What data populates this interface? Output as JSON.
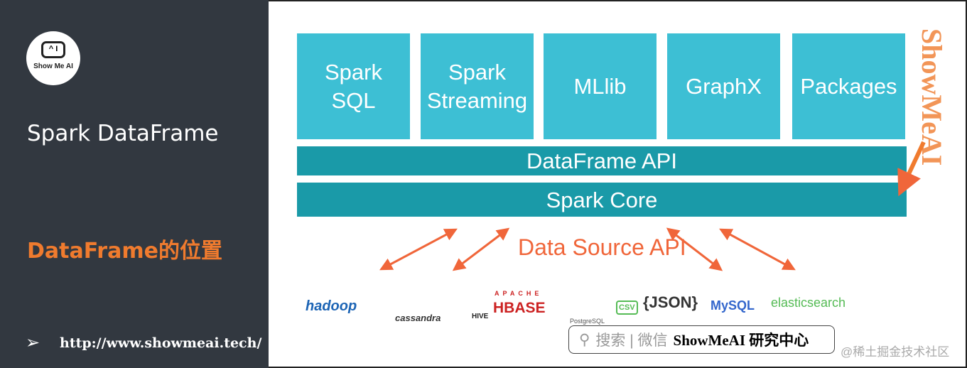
{
  "sidebar": {
    "logo_text": "Show Me AI",
    "logo_face": "^ I",
    "title": "Spark DataFrame",
    "subtitle": "DataFrame的位置",
    "url": "http://www.showmeai.tech/"
  },
  "diagram": {
    "modules": [
      "Spark\nSQL",
      "Spark\nStreaming",
      "MLlib",
      "GraphX",
      "Packages"
    ],
    "dataframe_api": "DataFrame API",
    "spark_core": "Spark Core",
    "data_source_api": "Data Source API",
    "sources": [
      "hadoop",
      "cassandra",
      "HIVE",
      "APACHE",
      "HBASE",
      "PostgreSQL",
      "CSV",
      "{JSON}",
      "MySQL",
      "elasticsearch"
    ],
    "colors": {
      "tile": "#3dbfd4",
      "bar": "#1a9aa8",
      "arrow": "#f0663a",
      "accent": "#f07b2e"
    }
  },
  "watermark": "ShowMeAI",
  "search_box": {
    "icon": "search-icon",
    "prefix": "搜索 | 微信",
    "name": "ShowMeAI 研究中心"
  },
  "credit": "@稀土掘金技术社区"
}
